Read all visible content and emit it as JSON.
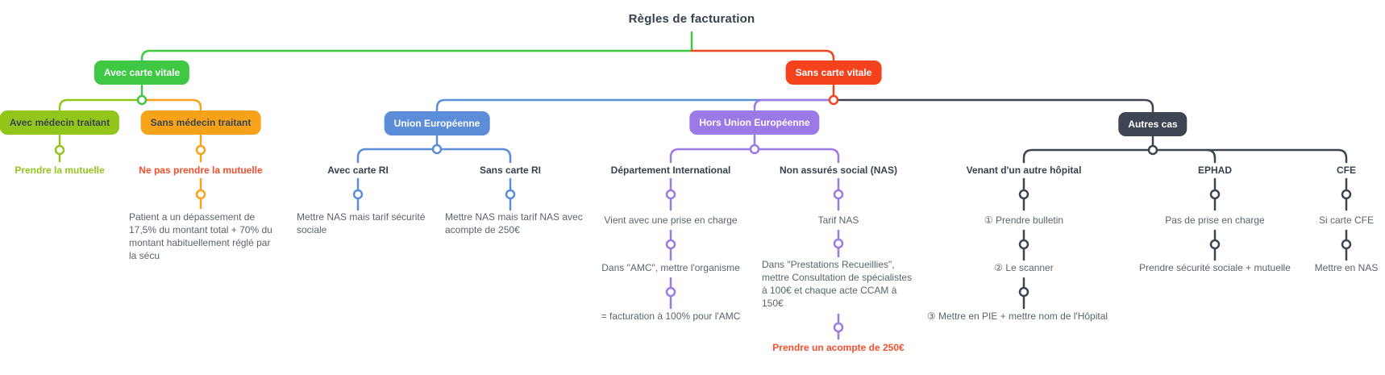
{
  "title": "Règles de facturation",
  "palette": {
    "green": "#3ec843",
    "yellow_green": "#93c61b",
    "orange": "#f7a219",
    "red": "#f4431c",
    "blue": "#5b8dd9",
    "purple": "#9b79e6",
    "dark_slate": "#3d4552",
    "text_dark": "#36424e",
    "text_gray": "#5a646e",
    "text_red": "#f4502c"
  },
  "branches": {
    "avec_carte_vitale": {
      "label": "Avec carte vitale",
      "avec_medecin": {
        "label": "Avec médecin traitant",
        "step1": "Prendre la mutuelle"
      },
      "sans_medecin": {
        "label": "Sans médecin traitant",
        "step1": "Ne pas prendre la mutuelle",
        "step2": "Patient a un dépassement de\n17,5% du montant total + 70% du\nmontant habituellement réglé par\nla sécu"
      }
    },
    "sans_carte_vitale": {
      "label": "Sans carte vitale",
      "union_europeenne": {
        "label": "Union Européenne",
        "avec_carte_ri": {
          "label": "Avec carte RI",
          "step1": "Mettre NAS mais tarif sécurité\nsociale"
        },
        "sans_carte_ri": {
          "label": "Sans carte RI",
          "step1": "Mettre NAS mais tarif NAS avec\nacompte de 250€"
        }
      },
      "hors_union_europeenne": {
        "label": "Hors Union Européenne",
        "departement_international": {
          "label": "Département International",
          "step1": "Vient avec une prise en charge",
          "step2": "Dans \"AMC\", mettre l'organisme",
          "step3": "= facturation à 100% pour l'AMC"
        },
        "non_assures_social": {
          "label": "Non assurés social (NAS)",
          "step1": "Tarif NAS",
          "step2": "Dans \"Prestations Recueillies\",\nmettre Consultation de spécialistes\nà 100€ et chaque acte CCAM à\n150€",
          "step3": "Prendre un acompte de 250€"
        }
      },
      "autres_cas": {
        "label": "Autres cas",
        "autre_hopital": {
          "label": "Venant d'un autre hôpital",
          "step1": "①  Prendre bulletin",
          "step2": "②  Le scanner",
          "step3": "③  Mettre en PIE + mettre nom de l'Hôpital"
        },
        "ephad": {
          "label": "EPHAD",
          "step1": "Pas de prise en charge",
          "step2": "Prendre sécurité sociale + mutuelle"
        },
        "cfe": {
          "label": "CFE",
          "step1": "Si carte CFE",
          "step2": "Mettre en NAS"
        }
      }
    }
  }
}
